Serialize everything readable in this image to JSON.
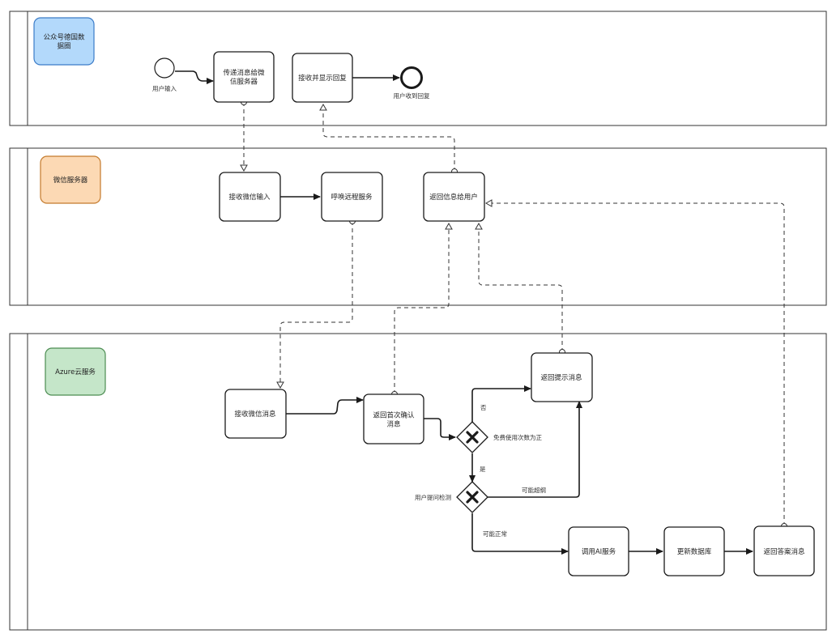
{
  "lanes": {
    "wechat_account": "公众号德国数\n据圈",
    "wechat_server": "微信服务器",
    "azure": "Azure云服务"
  },
  "events": {
    "start_label": "用户输入",
    "end_label": "用户收到回复"
  },
  "tasks": {
    "relay_to_server": "传递消息给微\n信服务器",
    "receive_display_reply": "接收并显示回复",
    "receive_wechat_input": "接收微信输入",
    "call_remote_service": "呼唤远程服务",
    "return_info_to_user": "返回信息给用户",
    "receive_wechat_message": "接收微信消息",
    "return_first_confirm": "返回首次确认\n消息",
    "return_hint_message": "返回提示消息",
    "call_ai_service": "调用AI服务",
    "update_database": "更新数据库",
    "return_answer_message": "返回答案消息"
  },
  "gateways": {
    "free_uses_label": "免费使用次数为正",
    "question_check_label": "用户提问检测"
  },
  "flow_labels": {
    "no": "否",
    "yes": "是",
    "possibly_violation": "可能超纲",
    "possibly_normal": "可能正常"
  },
  "colors": {
    "lane1_badge_fill": "#b3d9fb",
    "lane1_badge_stroke": "#3b7cc8",
    "lane2_badge_fill": "#fcd9b4",
    "lane2_badge_stroke": "#c47a2c",
    "lane3_badge_fill": "#c5e6c9",
    "lane3_badge_stroke": "#4c8c52"
  }
}
